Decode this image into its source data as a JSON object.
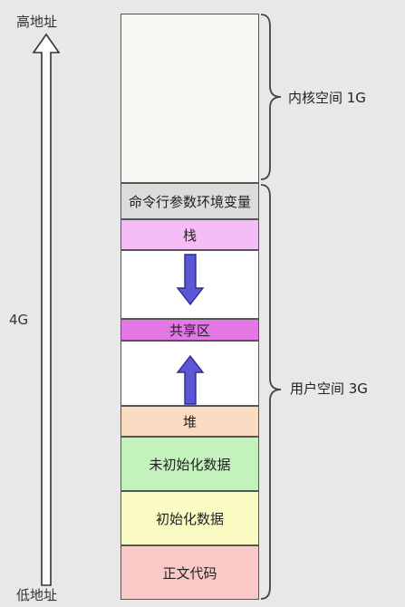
{
  "left_axis": {
    "high_label": "高地址",
    "low_label": "低地址",
    "size_label": "4G"
  },
  "segments": {
    "kernel": "",
    "env": "命令行参数环境变量",
    "stack": "栈",
    "shared": "共享区",
    "heap": "堆",
    "bss": "未初始化数据",
    "data": "初始化数据",
    "text": "正文代码"
  },
  "braces": {
    "kernel": "内核空间 1G",
    "user": "用户空间 3G"
  },
  "colors": {
    "background": "#e8e8e8",
    "kernel": "#f7f7f3",
    "env": "#dcdcdc",
    "stack": "#f5bdf5",
    "blank": "#ffffff",
    "shared": "#e377e6",
    "heap": "#f9dcc2",
    "bss": "#c3f2bd",
    "data": "#fbfbc4",
    "text": "#fbc8c8",
    "arrow": "#5b56d6"
  },
  "icons": {
    "address_arrow": "up-arrow-outline-icon",
    "stack_growth": "down-arrow-icon",
    "heap_growth": "up-arrow-icon"
  }
}
